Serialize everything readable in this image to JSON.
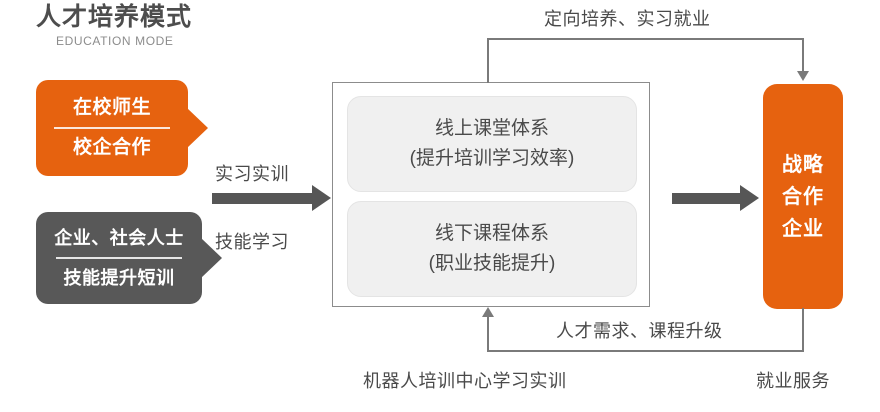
{
  "header": {
    "title": "人才培养模式",
    "subtitle": "EDUCATION MODE"
  },
  "colors": {
    "orange": "#E6620F",
    "gray": "#585858",
    "card_fill": "#F0F0F0",
    "line": "#7A7A7A",
    "text": "#4A4A4A"
  },
  "left_callouts": [
    {
      "name": "students",
      "line1": "在校师生",
      "line2": "校企合作",
      "color": "#E6620F"
    },
    {
      "name": "society",
      "line1": "企业、社会人士",
      "line2": "技能提升短训",
      "color": "#585858"
    }
  ],
  "middle_arrow": {
    "label_top": "实习实训",
    "label_bottom": "技能学习"
  },
  "center": {
    "cards": [
      {
        "line1": "线上课堂体系",
        "line2": "(提升培训学习效率)"
      },
      {
        "line1": "线下课程体系",
        "line2": "(职业技能提升)"
      }
    ],
    "caption": "机器人培训中心学习实训"
  },
  "right": {
    "lines": [
      "战略",
      "合作",
      "企业"
    ],
    "caption": "就业服务"
  },
  "flows": {
    "top_label": "定向培养、实习就业",
    "bottom_label": "人才需求、课程升级"
  }
}
